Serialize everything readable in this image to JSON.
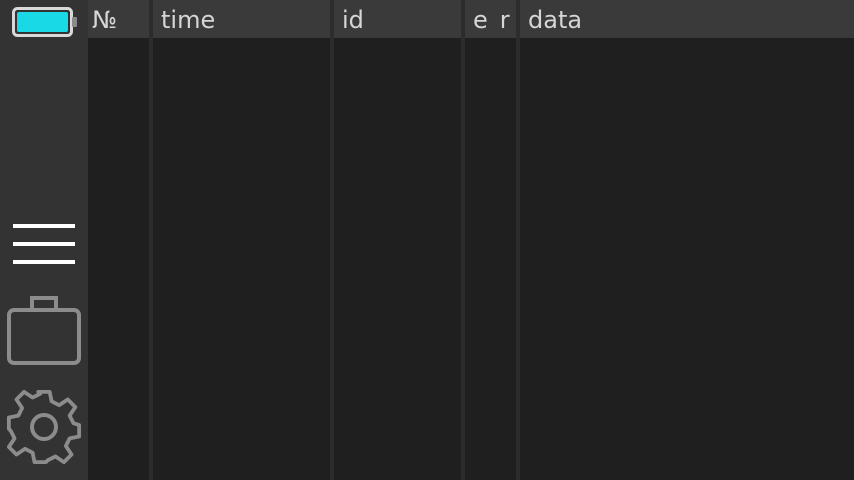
{
  "table": {
    "headers": {
      "num": "№",
      "time": "time",
      "id": "id",
      "e": "e",
      "r": "r",
      "data": "data"
    },
    "rows": []
  },
  "sidebar": {
    "battery_icon": "battery-icon",
    "battery_color": "#19d9e6",
    "battery_level": 1.0,
    "menu_icon": "hamburger-menu-icon",
    "case_icon": "briefcase-icon",
    "settings_icon": "gear-icon"
  },
  "colors": {
    "sidebar_bg": "#333333",
    "header_bg": "#3a3a3a",
    "body_bg": "#1f1f1f",
    "text": "#d6d6d6"
  }
}
